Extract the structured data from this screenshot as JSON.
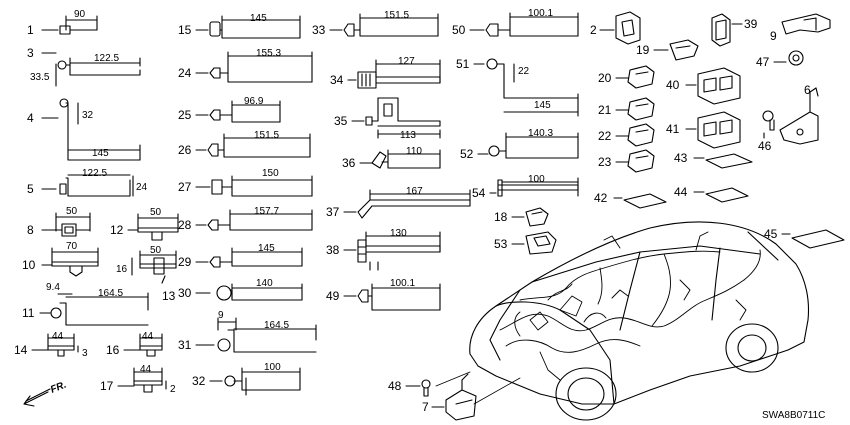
{
  "diagram": {
    "code": "SWA8B0711C",
    "front_label": "FR.",
    "parts": [
      {
        "no": "1",
        "dims": [
          "90"
        ]
      },
      {
        "no": "3",
        "dims": [
          "122.5",
          "33.5"
        ]
      },
      {
        "no": "4",
        "dims": [
          "32",
          "145"
        ]
      },
      {
        "no": "5",
        "dims": [
          "122.5",
          "24"
        ]
      },
      {
        "no": "8",
        "dims": [
          "50"
        ]
      },
      {
        "no": "10",
        "dims": [
          "70"
        ]
      },
      {
        "no": "11",
        "dims": [
          "9.4",
          "164.5"
        ]
      },
      {
        "no": "12",
        "dims": [
          "50"
        ]
      },
      {
        "no": "13",
        "dims": [
          "50",
          "16"
        ]
      },
      {
        "no": "14",
        "dims": [
          "44",
          "3"
        ]
      },
      {
        "no": "15",
        "dims": [
          "145"
        ]
      },
      {
        "no": "16",
        "dims": [
          "44"
        ]
      },
      {
        "no": "17",
        "dims": [
          "44",
          "2"
        ]
      },
      {
        "no": "24",
        "dims": [
          "155.3"
        ]
      },
      {
        "no": "25",
        "dims": [
          "96.9"
        ]
      },
      {
        "no": "26",
        "dims": [
          "151.5"
        ]
      },
      {
        "no": "27",
        "dims": [
          "150"
        ]
      },
      {
        "no": "28",
        "dims": [
          "157.7"
        ]
      },
      {
        "no": "29",
        "dims": [
          "145"
        ]
      },
      {
        "no": "30",
        "dims": [
          "140"
        ]
      },
      {
        "no": "31",
        "dims": [
          "9",
          "164.5"
        ]
      },
      {
        "no": "32",
        "dims": [
          "100"
        ]
      },
      {
        "no": "33",
        "dims": [
          "151.5"
        ]
      },
      {
        "no": "34",
        "dims": [
          "127"
        ]
      },
      {
        "no": "35",
        "dims": [
          "113"
        ]
      },
      {
        "no": "36",
        "dims": [
          "110"
        ]
      },
      {
        "no": "37",
        "dims": [
          "167"
        ]
      },
      {
        "no": "38",
        "dims": [
          "130"
        ]
      },
      {
        "no": "49",
        "dims": [
          "100.1"
        ]
      },
      {
        "no": "50",
        "dims": [
          "100.1"
        ]
      },
      {
        "no": "51",
        "dims": [
          "22",
          "145"
        ]
      },
      {
        "no": "52",
        "dims": [
          "140.3"
        ]
      },
      {
        "no": "54",
        "dims": [
          "100"
        ]
      },
      {
        "no": "2"
      },
      {
        "no": "6"
      },
      {
        "no": "7"
      },
      {
        "no": "9"
      },
      {
        "no": "18"
      },
      {
        "no": "19"
      },
      {
        "no": "20"
      },
      {
        "no": "21"
      },
      {
        "no": "22"
      },
      {
        "no": "23"
      },
      {
        "no": "39"
      },
      {
        "no": "40"
      },
      {
        "no": "41"
      },
      {
        "no": "42"
      },
      {
        "no": "43"
      },
      {
        "no": "44"
      },
      {
        "no": "45"
      },
      {
        "no": "46"
      },
      {
        "no": "47"
      },
      {
        "no": "48"
      },
      {
        "no": "53"
      }
    ]
  }
}
